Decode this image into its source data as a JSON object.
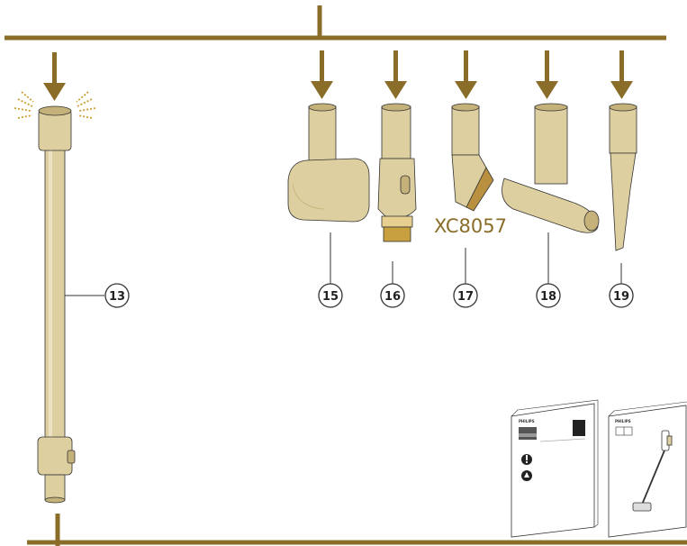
{
  "colors": {
    "line": "#8a6d28",
    "part_fill": "#ddcf9f",
    "part_light": "#ece2c2",
    "part_dark": "#c5b27a",
    "outline": "#333333",
    "brush": "#e6cf8f"
  },
  "parts": [
    {
      "number": "13"
    },
    {
      "number": "15"
    },
    {
      "number": "16"
    },
    {
      "number": "17"
    },
    {
      "number": "18"
    },
    {
      "number": "19"
    }
  ],
  "model_label": "XC8057",
  "manuals": [
    {
      "brand": "PHILIPS"
    },
    {
      "brand": "PHILIPS"
    }
  ]
}
